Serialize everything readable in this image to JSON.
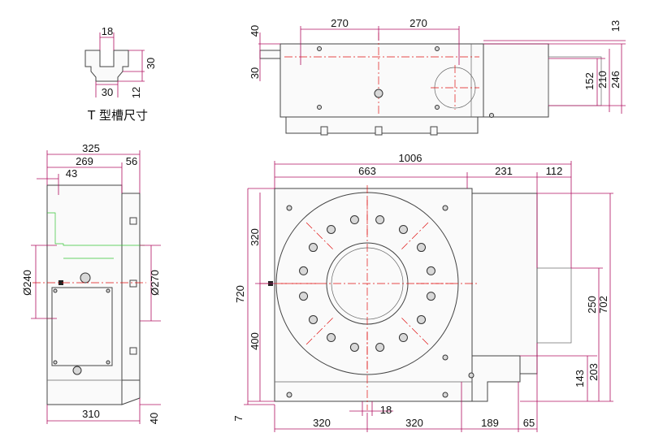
{
  "tslot": {
    "caption": "T 型槽尺寸",
    "dims": {
      "top": "18",
      "bottom": "30",
      "right_h": "30",
      "right_lower": "12"
    }
  },
  "top_view": {
    "dims": {
      "w_left": "270",
      "w_right": "270",
      "left_top": "40",
      "left_low": "30",
      "right_13": "13",
      "h152": "152",
      "h210": "210",
      "h246": "246"
    }
  },
  "side_view": {
    "dims": {
      "w325": "325",
      "w269": "269",
      "w56": "56",
      "w43": "43",
      "d240": "Ø240",
      "d270": "Ø270",
      "w310": "310",
      "h40": "40"
    }
  },
  "plan_view": {
    "dims": {
      "w1006": "1006",
      "w663": "663",
      "w231": "231",
      "w112": "112",
      "h320": "320",
      "h720": "720",
      "h400": "400",
      "h7": "7",
      "w18": "18",
      "b320a": "320",
      "b320b": "320",
      "b189": "189",
      "b65": "65",
      "h250": "250",
      "h702": "702",
      "h143": "143",
      "h203": "203"
    }
  },
  "colors": {
    "dimension": "#b01060",
    "centerline": "#e01010",
    "hidden": "#36c436",
    "outline": "#444444"
  }
}
